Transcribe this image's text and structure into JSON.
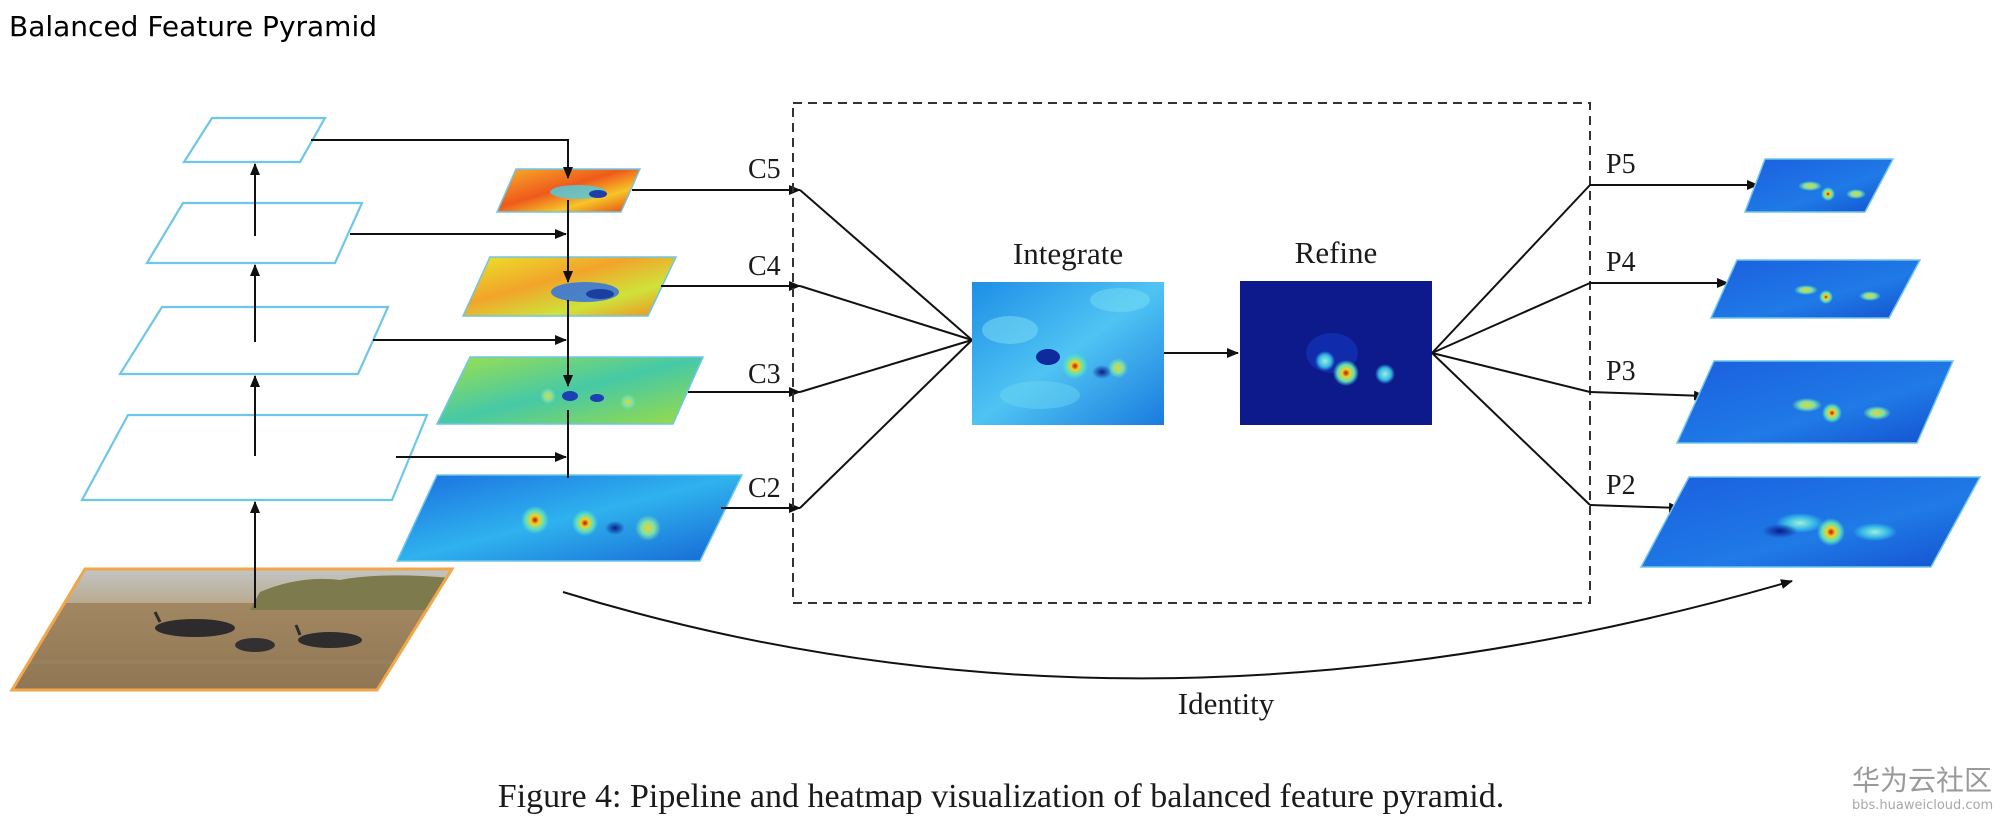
{
  "page": {
    "title": "Balanced Feature Pyramid"
  },
  "figure": {
    "caption": "Figure 4: Pipeline and heatmap visualization of balanced feature pyramid.",
    "input_levels": [
      "C5",
      "C4",
      "C3",
      "C2"
    ],
    "output_levels": [
      "P5",
      "P4",
      "P3",
      "P2"
    ],
    "integrate_label": "Integrate",
    "refine_label": "Refine",
    "identity_label": "Identity"
  },
  "colors": {
    "backbone_outline": "#6ec6e8",
    "image_border": "#f0a64a",
    "arrow": "#111111",
    "dashed_box": "#333333"
  },
  "watermark": {
    "text": "华为云社区",
    "url": "bbs.huaweicloud.com"
  }
}
